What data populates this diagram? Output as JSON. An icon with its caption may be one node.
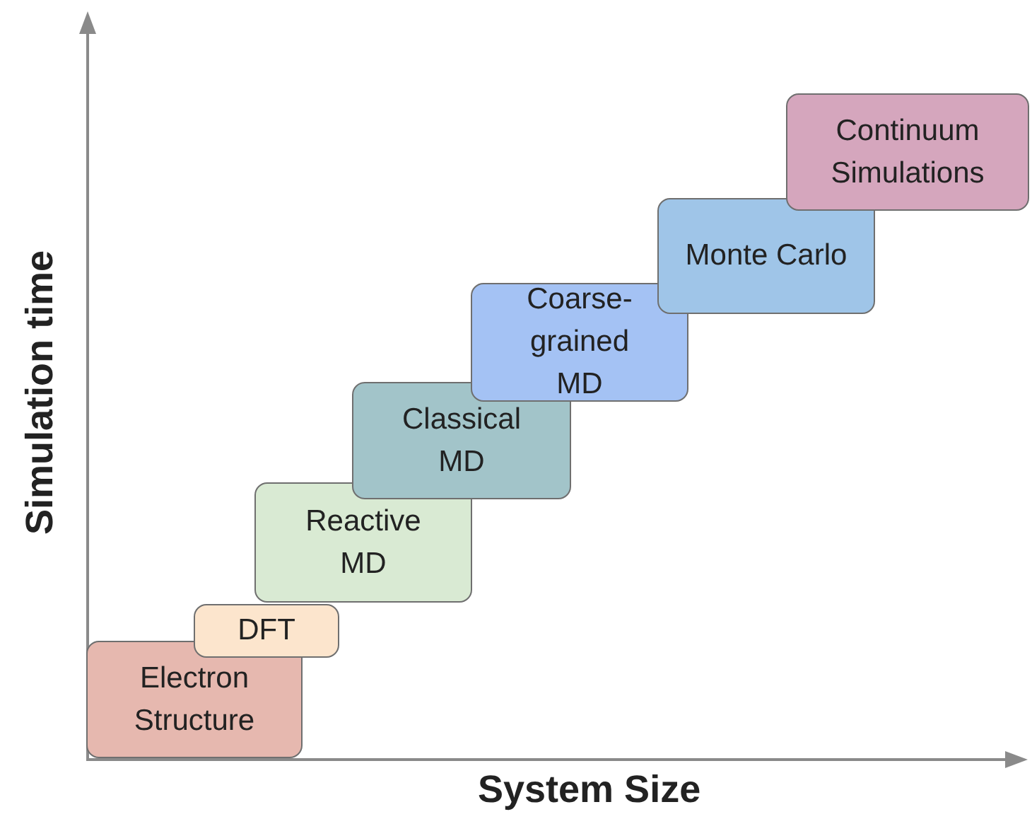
{
  "diagram": {
    "nodes": [
      {
        "text": [
          "Electron Structure"
        ]
      },
      {
        "text": [
          "DFT"
        ]
      },
      {
        "text": [
          "Reactive MD"
        ]
      },
      {
        "text": [
          "Classical MD"
        ]
      },
      {
        "text": [
          "Coarse-grained MD"
        ]
      },
      {
        "text": [
          "Monte Carlo"
        ]
      },
      {
        "text": [
          "Continuum Simulations"
        ]
      }
    ],
    "labels": [
      "Simulation time",
      "System Size"
    ]
  }
}
